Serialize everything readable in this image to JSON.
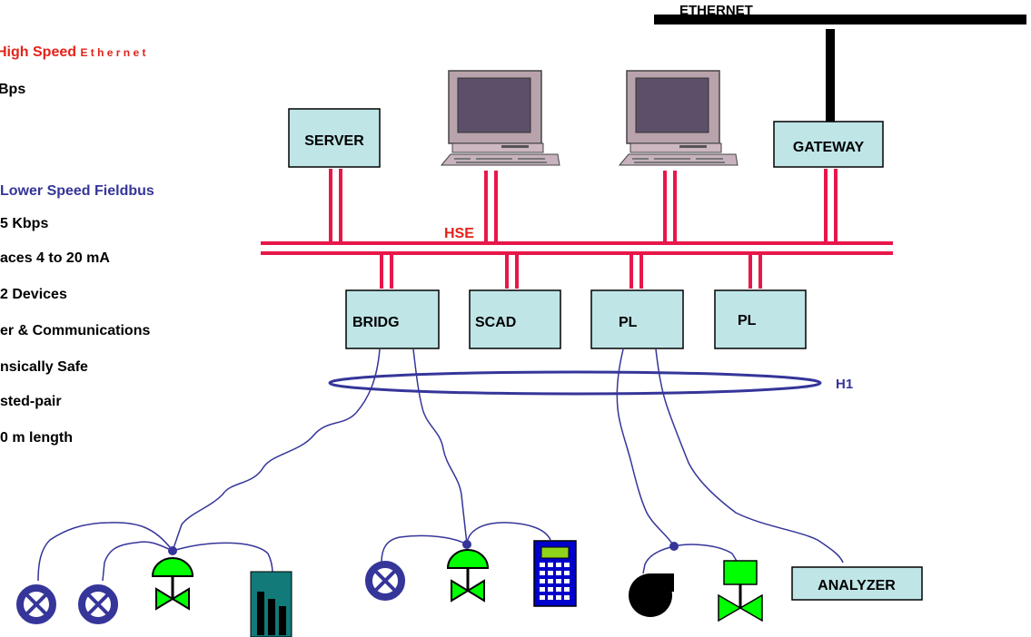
{
  "left_text": {
    "hse_heading": "High Speed ",
    "hse_heading_tail": "E t h e r n e t",
    "hse_speed": "Bps",
    "h1_heading": "Lower Speed Fieldbus",
    "features": [
      "5 Kbps",
      "aces 4 to 20 mA",
      "2 Devices",
      "er & Communications",
      "nsically Safe",
      "sted-pair",
      "0 m length"
    ]
  },
  "network": {
    "ethernet_label": "ETHERNET",
    "hse_label": "HSE",
    "h1_label": "H1"
  },
  "boxes": {
    "server": "SERVER",
    "gateway": "GATEWAY",
    "bridge": "BRIDG",
    "scada": "SCAD",
    "plc1": "PL",
    "plc2": "PL",
    "analyzer": "ANALYZER"
  },
  "colors": {
    "hse_red": "#e8174a",
    "label_red": "#e2231a",
    "h1_blue": "#35359a",
    "box_fill": "#bfe5e7",
    "device_green": "#00ff00",
    "meter_teal": "#127a79"
  },
  "icons": {
    "workstation": "computer-icon",
    "control_valve": "control-valve-icon",
    "transmitter": "flow-meter-icon",
    "handheld": "handheld-configurator-icon",
    "level": "level-transmitter-icon",
    "pump": "pump-icon",
    "solenoid": "solenoid-valve-icon"
  }
}
